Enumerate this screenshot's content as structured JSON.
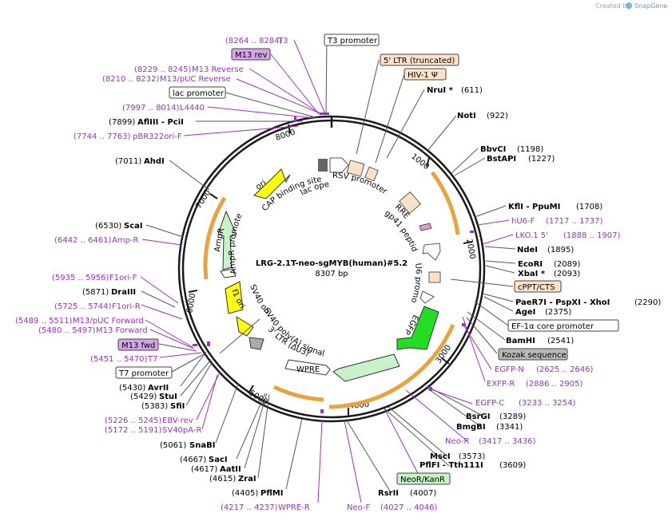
{
  "credit": {
    "prefix": "Created by",
    "brand": "SnapGene"
  },
  "center": {
    "name": "LRG-2.1T-neo-sgMYB(human)#5.2",
    "length": "8307 bp"
  },
  "ring_ticks": [
    "1000",
    "2000",
    "3000",
    "4000",
    "5000",
    "6000",
    "7000",
    "8000"
  ],
  "feature_arrows": {
    "ori": "ori",
    "cap": "CAP binding site",
    "lacop": "lac operator",
    "rsv": "RSV promoter",
    "rre": "RRE",
    "gp41": "gp41 peptide",
    "u6": "U6 promoter",
    "egfp": "EGFP",
    "sv40polya": "SV40 poly(A) signal",
    "ltr3": "3' LTR (ΔU3)",
    "wpre": "WPRE",
    "sv40ori": "SV40 ori",
    "f1ori": "f1 ori",
    "ampr": "AmpR",
    "amprprom": "AmpR promoter"
  },
  "boxed_labels": {
    "t3promoter": "T3 promoter",
    "ltr5": "5' LTR (truncated)",
    "hiv1": "HIV-1 Ψ",
    "lacpromoter": "lac promoter",
    "m13rev": "M13 rev",
    "cppt": "cPPT/CTS",
    "ef1a": "EF-1α core promoter",
    "kozak": "Kozak sequence",
    "m13fwd": "M13 fwd",
    "t7promoter": "T7 promoter",
    "neor": "NeoR/KanR"
  },
  "sites": {
    "nrui": {
      "name": "NruI *",
      "pos": "(611)"
    },
    "noti": {
      "name": "NotI",
      "pos": "(922)"
    },
    "bbvci": {
      "name": "BbvCI",
      "pos": "(1198)"
    },
    "bstapi": {
      "name": "BstAPI",
      "pos": "(1227)"
    },
    "kfli": {
      "name": "KflI",
      "sep": " - ",
      "name2": "PpuMI",
      "pos": "(1708)"
    },
    "ndei": {
      "name": "NdeI",
      "pos": "(1895)"
    },
    "ecori": {
      "name": "EcoRI",
      "pos": "(2089)"
    },
    "xbai": {
      "name": "XbaI *",
      "pos": "(2093)"
    },
    "paer7i": {
      "name": "PaeR7I",
      "sep": " - ",
      "name2": "PspXI",
      "sep2": " - ",
      "name3": "XhoI",
      "pos": "(2290)"
    },
    "agei": {
      "name": "AgeI",
      "pos": "(2375)"
    },
    "bamhi": {
      "name": "BamHI",
      "pos": "(2541)"
    },
    "bsrgi": {
      "name": "BsrGI",
      "pos": "(3289)"
    },
    "bmgbi": {
      "name": "BmgBI",
      "pos": "(3341)"
    },
    "msci": {
      "name": "MscI",
      "pos": "(3573)"
    },
    "pflfi": {
      "name": "PflFI",
      "sep": " - ",
      "name2": "Tth111I",
      "pos": "(3609)"
    },
    "rsrii": {
      "name": "RsrII",
      "pos": "(4007)"
    },
    "pflmi": {
      "name": "PflMI",
      "pos": "(4405)"
    },
    "zrai": {
      "name": "ZraI",
      "pos": "(4615)"
    },
    "aatii": {
      "name": "AatII",
      "pos": "(4617)"
    },
    "saci": {
      "name": "SacI",
      "pos": "(4667)"
    },
    "snabi": {
      "name": "SnaBI",
      "pos": "(5061)"
    },
    "sfii": {
      "name": "SfiI",
      "pos": "(5383)"
    },
    "stui": {
      "name": "StuI",
      "pos": "(5429)"
    },
    "avrii": {
      "name": "AvrII",
      "pos": "(5430)"
    },
    "drai": {
      "name": "DraIII",
      "pos": "(5871)"
    },
    "scai": {
      "name": "ScaI",
      "pos": "(6530)"
    },
    "ahdi": {
      "name": "AhdI",
      "pos": "(7011)"
    },
    "aflii": {
      "name": "AflIII",
      "sep": " - ",
      "name2": "PciI",
      "pos": "(7899)"
    }
  },
  "primers": {
    "t3": {
      "range": "(8264 .. 8284)",
      "name": "T3"
    },
    "m13reverse": {
      "range": "(8229 .. 8245)",
      "name": "M13 Reverse"
    },
    "m13puc_rev": {
      "range": "(8210 .. 8232)",
      "name": "M13/pUC Reverse"
    },
    "l4440": {
      "range": "(7997 .. 8014)",
      "name": "L4440"
    },
    "pbr322": {
      "range": "(7744 .. 7763)",
      "name": "pBR322ori-F"
    },
    "ampr": {
      "range": "(6442 .. 6461)",
      "name": "Amp-R"
    },
    "f1orif": {
      "range": "(5935 .. 5956)",
      "name": "F1ori-F"
    },
    "f1orir": {
      "range": "(5725 .. 5744)",
      "name": "F1ori-R"
    },
    "m13puc_fwd": {
      "range": "(5489 .. 5511)",
      "name": "M13/pUC Forward"
    },
    "m13forward": {
      "range": "(5480 .. 5497)",
      "name": "M13 Forward"
    },
    "t7": {
      "range": "(5451 .. 5470)",
      "name": "T7"
    },
    "ebvrev": {
      "range": "(5226 .. 5245)",
      "name": "EBV-rev"
    },
    "sv40par": {
      "range": "(5172 .. 5191)",
      "name": "SV40pA-R"
    },
    "wprer": {
      "range": "(4217 .. 4237)",
      "name": "WPRE-R"
    },
    "neof": {
      "name": "Neo-F",
      "range": "(4027 .. 4046)"
    },
    "neor": {
      "name": "Neo-R",
      "range": "(3417 .. 3436)"
    },
    "egfpc": {
      "name": "EGFP-C",
      "range": "(3233 .. 3254)"
    },
    "exfpr": {
      "name": "EXFP-R",
      "range": "(2886 .. 2905)"
    },
    "egfpn": {
      "name": "EGFP-N",
      "range": "(2625 .. 2646)"
    },
    "lko": {
      "name": "LKO.1 5'",
      "range": "(1888 .. 1907)"
    },
    "hu6f": {
      "name": "hU6-F",
      "range": "(1717 .. 1737)"
    }
  },
  "colors": {
    "purple": "#9b30c9",
    "orange_box": "#fde2c8",
    "green": "#c8f2c8",
    "yellow": "#ffff00",
    "bright_green": "#22dd22",
    "grey": "#b8b8b8",
    "ring": "#1a1a1a"
  }
}
